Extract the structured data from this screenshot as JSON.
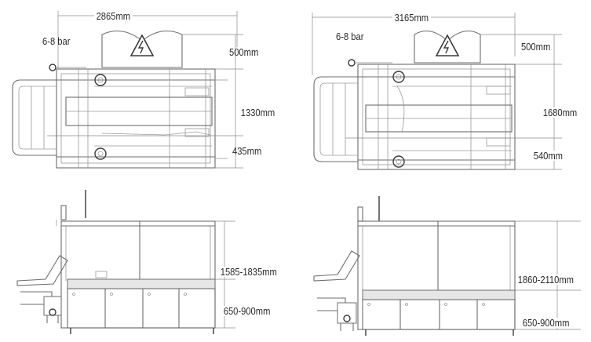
{
  "machine_small": {
    "width_label": "2865mm",
    "pressure_label": "6-8 bar",
    "top_clearance_label": "500mm",
    "depth_label": "1330mm",
    "side_offset_label": "435mm",
    "height_label": "1585-1835mm",
    "table_height_label": "650-900mm"
  },
  "machine_large": {
    "width_label": "3165mm",
    "pressure_label": "6-8 bar",
    "top_clearance_label": "500mm",
    "depth_label": "1680mm",
    "side_offset_label": "540mm",
    "height_label": "1860-2110mm",
    "table_height_label": "650-900mm"
  },
  "icons": {
    "warning_sign": "electrical-hazard-warning-icon"
  },
  "colors": {
    "line": "#6d6d6d",
    "text": "#2a2a2a",
    "background": "#ffffff"
  }
}
